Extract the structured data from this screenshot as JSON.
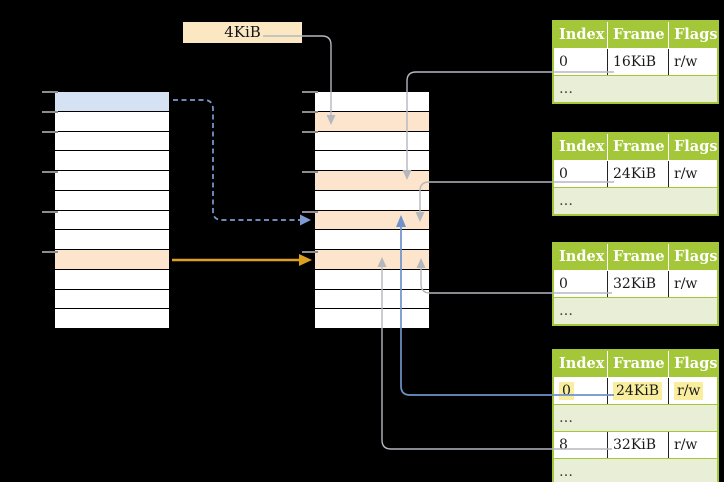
{
  "colors": {
    "background": "#000000",
    "table_green": "#a3c739",
    "row_light_green": "#e9efd6",
    "row_orange": "#fce5cc",
    "row_blue": "#d4e2f4",
    "label_bg": "#fbe8c3",
    "yellow_highlight": "#f8ee9d",
    "gray_connector": "#b4b7be",
    "blue_connector": "#6e92ca",
    "blue_dashed": "#7d9bd2",
    "orange_arrow": "#dba11e",
    "memory_border": "#000000",
    "tick_gray": "#8d8d8d"
  },
  "frame_size_label": {
    "text": "4KiB"
  },
  "memory_columns": {
    "left": {
      "rows": 12,
      "blue_rows": [
        0
      ],
      "orange_rows": [
        8
      ],
      "ticks": [
        0,
        1,
        2,
        4,
        6,
        8
      ]
    },
    "middle": {
      "rows": 12,
      "blue_rows": [],
      "orange_rows": [
        1,
        4,
        6,
        8
      ],
      "ticks": [
        0,
        1,
        2,
        4,
        6,
        8
      ]
    }
  },
  "page_tables": [
    {
      "headers": [
        "Index",
        "Frame",
        "Flags"
      ],
      "rows": [
        {
          "cells": [
            "0",
            "16KiB",
            "r/w"
          ],
          "ellipsis": false,
          "highlight": false
        },
        {
          "cells": [
            "…",
            "",
            ""
          ],
          "ellipsis": true,
          "highlight": false
        }
      ]
    },
    {
      "headers": [
        "Index",
        "Frame",
        "Flags"
      ],
      "rows": [
        {
          "cells": [
            "0",
            "24KiB",
            "r/w"
          ],
          "ellipsis": false,
          "highlight": false
        },
        {
          "cells": [
            "…",
            "",
            ""
          ],
          "ellipsis": true,
          "highlight": false
        }
      ]
    },
    {
      "headers": [
        "Index",
        "Frame",
        "Flags"
      ],
      "rows": [
        {
          "cells": [
            "0",
            "32KiB",
            "r/w"
          ],
          "ellipsis": false,
          "highlight": false
        },
        {
          "cells": [
            "…",
            "",
            ""
          ],
          "ellipsis": true,
          "highlight": false
        }
      ]
    },
    {
      "headers": [
        "Index",
        "Frame",
        "Flags"
      ],
      "rows": [
        {
          "cells": [
            "0",
            "24KiB",
            "r/w"
          ],
          "ellipsis": false,
          "highlight": true
        },
        {
          "cells": [
            "…",
            "",
            ""
          ],
          "ellipsis": true,
          "highlight": false
        },
        {
          "cells": [
            "8",
            "32KiB",
            "r/w"
          ],
          "ellipsis": false,
          "highlight": false
        },
        {
          "cells": [
            "…",
            "",
            ""
          ],
          "ellipsis": true,
          "highlight": false
        }
      ]
    }
  ]
}
